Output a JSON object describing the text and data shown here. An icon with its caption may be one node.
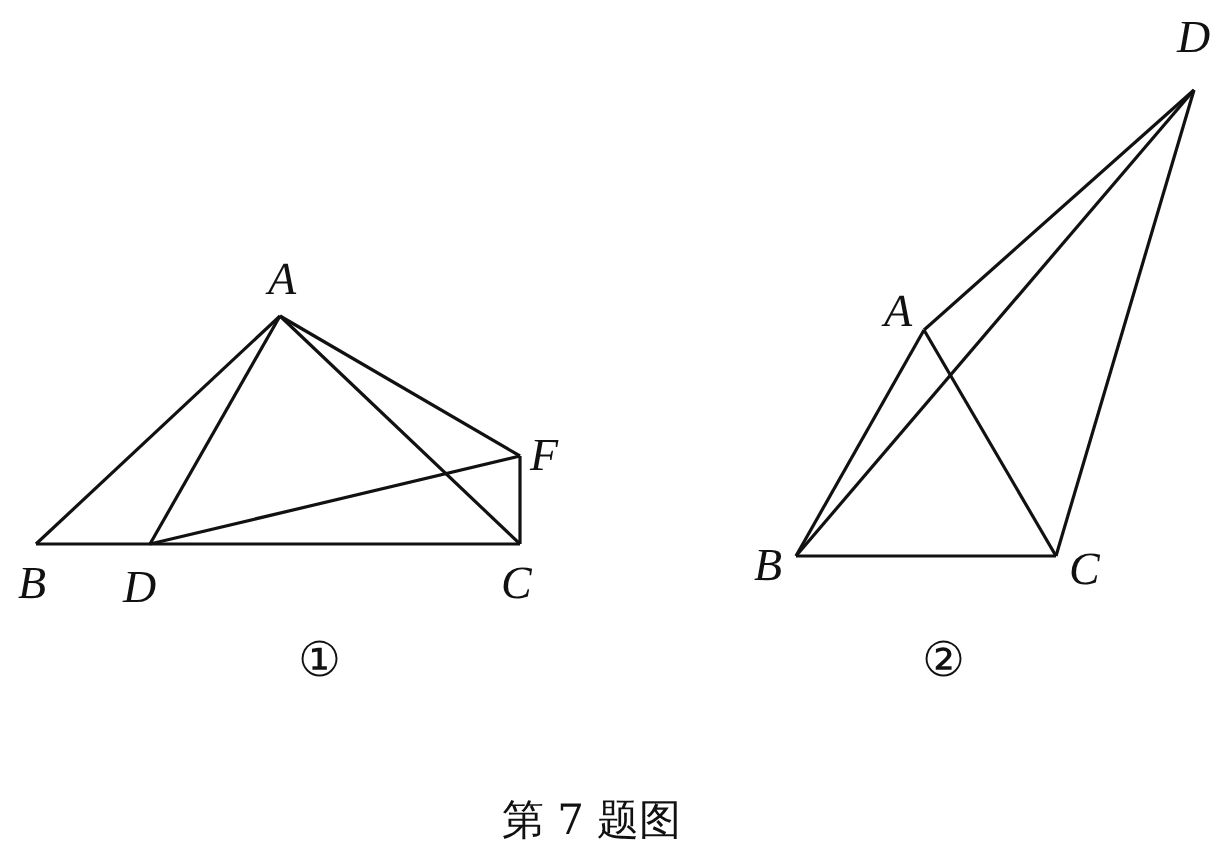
{
  "diagram": {
    "caption": "第 7 题图",
    "nodes": [
      {
        "text": [
          "A"
        ]
      },
      {
        "text": [
          "F"
        ]
      },
      {
        "text": [
          "B"
        ]
      },
      {
        "text": [
          "D"
        ]
      },
      {
        "text": [
          "C"
        ]
      },
      {
        "text": [
          "D"
        ]
      },
      {
        "text": [
          "A"
        ]
      },
      {
        "text": [
          "B"
        ]
      },
      {
        "text": [
          "C"
        ]
      }
    ],
    "edges": [
      {
        "from": 2,
        "to": 3,
        "arrow": "none"
      },
      {
        "from": 3,
        "to": 4,
        "arrow": "none"
      },
      {
        "from": 0,
        "to": 2,
        "arrow": "none"
      },
      {
        "from": 0,
        "to": 3,
        "arrow": "none"
      },
      {
        "from": 0,
        "to": 4,
        "arrow": "none"
      },
      {
        "from": 0,
        "to": 1,
        "arrow": "none"
      },
      {
        "from": 3,
        "to": 1,
        "arrow": "none"
      },
      {
        "from": 1,
        "to": 4,
        "arrow": "none"
      },
      {
        "from": 6,
        "to": 7,
        "arrow": "none"
      },
      {
        "from": 6,
        "to": 8,
        "arrow": "none"
      },
      {
        "from": 7,
        "to": 8,
        "arrow": "none"
      },
      {
        "from": 6,
        "to": 5,
        "arrow": "none"
      },
      {
        "from": 7,
        "to": 5,
        "arrow": "none"
      },
      {
        "from": 8,
        "to": 5,
        "arrow": "none"
      }
    ],
    "labels": [
      "①",
      "②"
    ]
  }
}
